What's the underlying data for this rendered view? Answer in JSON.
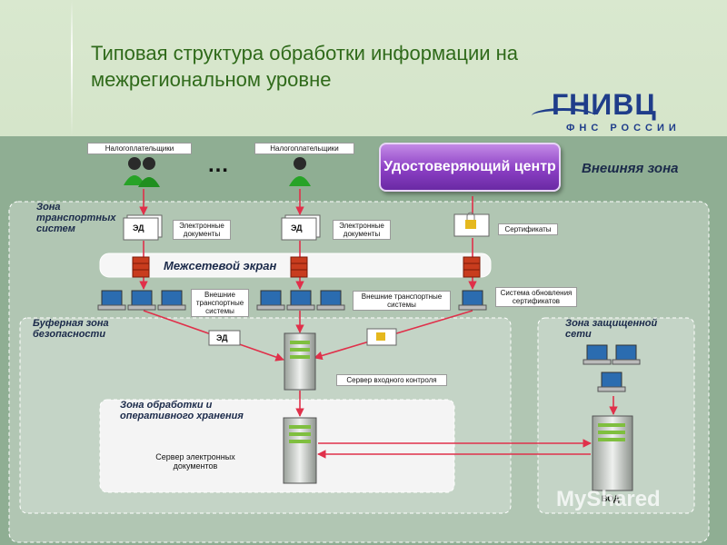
{
  "title": "Типовая структура обработки информации на межрегиональном уровне",
  "logo": {
    "word": "ГНИВЦ",
    "sub": "ФНС РОССИИ"
  },
  "top": {
    "taxpayers_1": "Налогоплательщики",
    "taxpayers_2": "Налогоплательщики",
    "ellipsis": "…",
    "ca": "Удостоверяющий центр",
    "external_zone": "Внешняя зона"
  },
  "zones": {
    "transport": "Зона транспортных систем",
    "buffer": "Буферная зона безопасности",
    "processing": "Зона обработки и оперативного хранения",
    "protected": "Зона защищенной сети"
  },
  "labels": {
    "ed": "ЭД",
    "edocs_1": "Электронные документы",
    "edocs_2": "Электронные документы",
    "certs": "Сертификаты",
    "firewall": "Межсетевой экран",
    "ext_transport_1": "Внешние транспортные системы",
    "ext_transport_2": "Внешние транспортные системы",
    "cert_update": "Система обновления сертификатов",
    "ed_buffer": "ЭД",
    "input_server": "Сервер входного контроля",
    "edoc_server": "Сервер электронных документов",
    "vod": "ВОД"
  },
  "watermark": "MyShared",
  "colors": {
    "arrow": "#e0304a",
    "zone": "#f2f4f2",
    "title": "#2f6a1a",
    "ca": "#8b3fc4"
  }
}
